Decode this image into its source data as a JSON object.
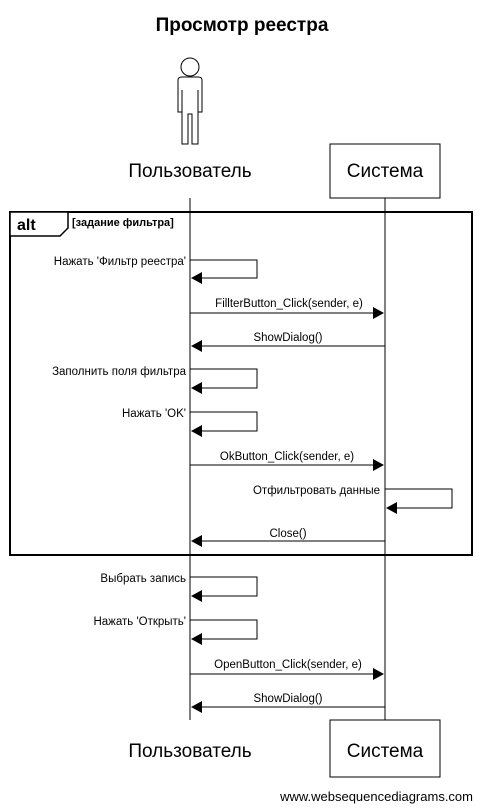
{
  "title": "Просмотр реестра",
  "participants": {
    "user": "Пользователь",
    "system": "Система"
  },
  "fragment": {
    "keyword": "alt",
    "condition": "[задание фильтра]"
  },
  "messages": [
    {
      "from": "user",
      "to": "user",
      "label": "Нажать 'Фильтр реестра'"
    },
    {
      "from": "user",
      "to": "system",
      "label": "FillterButton_Click(sender, e)"
    },
    {
      "from": "system",
      "to": "user",
      "label": "ShowDialog()"
    },
    {
      "from": "user",
      "to": "user",
      "label": "Заполнить поля фильтра"
    },
    {
      "from": "user",
      "to": "user",
      "label": "Нажать 'OK'"
    },
    {
      "from": "user",
      "to": "system",
      "label": "OkButton_Click(sender, e)"
    },
    {
      "from": "system",
      "to": "system",
      "label": "Отфильтровать данные"
    },
    {
      "from": "system",
      "to": "user",
      "label": "Close()"
    },
    {
      "from": "user",
      "to": "user",
      "label": "Выбрать запись"
    },
    {
      "from": "user",
      "to": "user",
      "label": "Нажать 'Открыть'"
    },
    {
      "from": "user",
      "to": "system",
      "label": "OpenButton_Click(sender, e)"
    },
    {
      "from": "system",
      "to": "user",
      "label": "ShowDialog()"
    }
  ],
  "footer": "www.websequencediagrams.com",
  "colors": {
    "line": "#000000",
    "background": "#ffffff"
  }
}
